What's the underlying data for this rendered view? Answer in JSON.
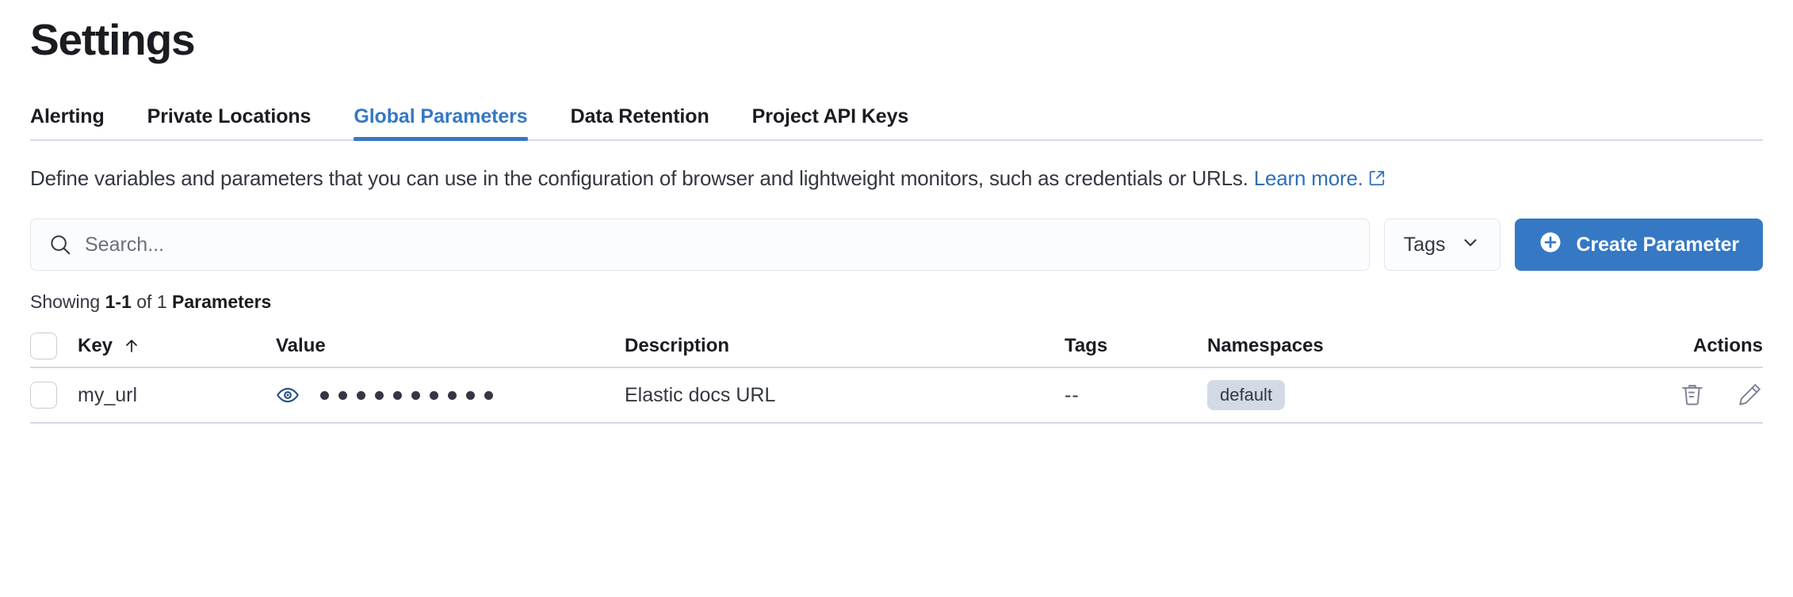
{
  "header": {
    "title": "Settings"
  },
  "tabs": [
    {
      "label": "Alerting",
      "active": false
    },
    {
      "label": "Private Locations",
      "active": false
    },
    {
      "label": "Global Parameters",
      "active": true
    },
    {
      "label": "Data Retention",
      "active": false
    },
    {
      "label": "Project API Keys",
      "active": false
    }
  ],
  "description": {
    "text": "Define variables and parameters that you can use in the configuration of browser and lightweight monitors, such as credentials or URLs. ",
    "link_label": "Learn more.",
    "link_icon": "external-link-icon"
  },
  "toolbar": {
    "search_placeholder": "Search...",
    "search_value": "",
    "search_icon": "search-icon",
    "tags_label": "Tags",
    "tags_chevron_icon": "chevron-down-icon",
    "create_label": "Create Parameter",
    "create_icon": "plus-circle-icon"
  },
  "summary": {
    "prefix": "Showing ",
    "range": "1-1",
    "middle": " of 1 ",
    "noun": "Parameters"
  },
  "table": {
    "columns": [
      {
        "key": "key",
        "label": "Key",
        "sorted": true,
        "sort_icon": "arrow-up-icon"
      },
      {
        "key": "value",
        "label": "Value"
      },
      {
        "key": "description",
        "label": "Description"
      },
      {
        "key": "tags",
        "label": "Tags"
      },
      {
        "key": "namespaces",
        "label": "Namespaces"
      },
      {
        "key": "actions",
        "label": "Actions"
      }
    ],
    "rows": [
      {
        "key": "my_url",
        "value_masked_dots": 10,
        "value_reveal_icon": "eye-icon",
        "description": "Elastic docs URL",
        "tags": "--",
        "namespaces": [
          "default"
        ],
        "actions": [
          {
            "name": "delete",
            "icon": "trash-icon"
          },
          {
            "name": "edit",
            "icon": "pencil-icon"
          }
        ]
      }
    ]
  },
  "colors": {
    "accent": "#3578c4",
    "link": "#2f6fb5",
    "text": "#343741",
    "heading": "#1a1c21",
    "border": "#d3dae6",
    "badge_bg": "#d3dae6",
    "icon_gray": "#7d8496"
  }
}
